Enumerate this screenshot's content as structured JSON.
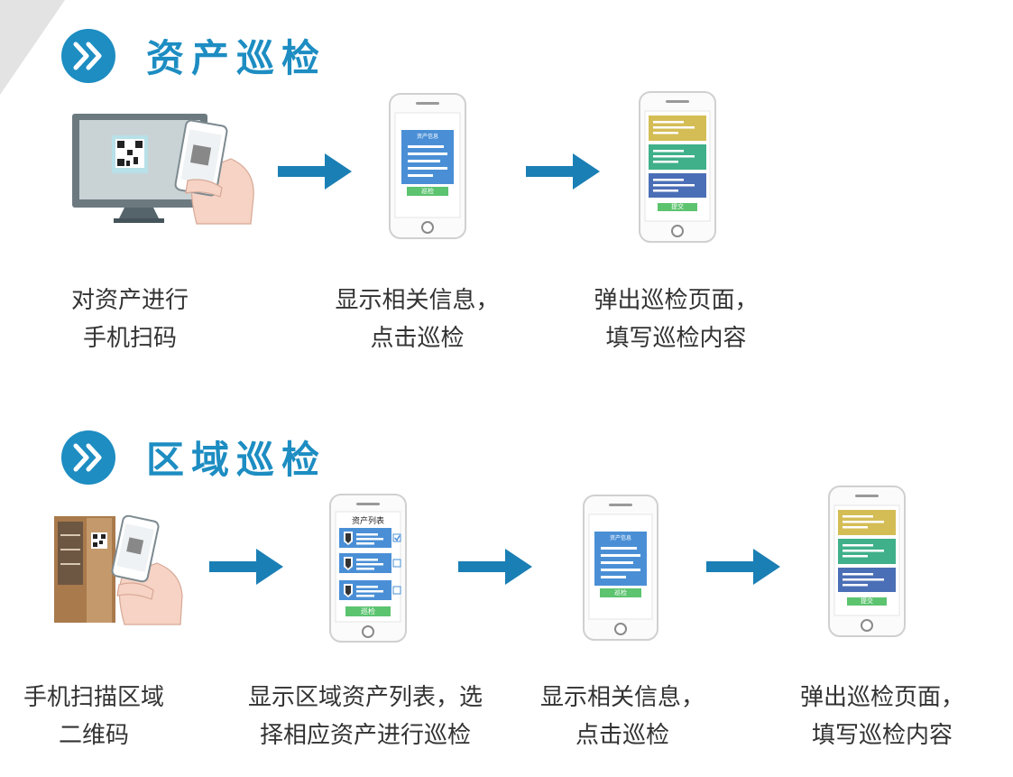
{
  "sections": [
    {
      "title": "资产巡检",
      "captions": [
        [
          "对资产进行",
          "手机扫码"
        ],
        [
          "显示相关信息，",
          "点击巡检"
        ],
        [
          "弹出巡检页面，",
          "填写巡检内容"
        ]
      ],
      "screens": {
        "info_header": "资产信息",
        "info_button": "巡检",
        "submit_button": "提交"
      }
    },
    {
      "title": "区域巡检",
      "captions": [
        [
          "手机扫描区域",
          "二维码"
        ],
        [
          "显示区域资产列表，选",
          "择相应资产进行巡检"
        ],
        [
          "显示相关信息，",
          "点击巡检"
        ],
        [
          "弹出巡检页面，",
          "填写巡检内容"
        ]
      ],
      "screens": {
        "list_title": "资产列表",
        "list_button": "巡检",
        "info_header": "资产信息",
        "info_button": "巡检",
        "submit_button": "提交"
      }
    }
  ],
  "colors": {
    "accent": "#1d8dc2",
    "arrow": "#1a7fb5",
    "card_blue": "#4a8fd6",
    "btn_green": "#5cc36f",
    "yellow_card": "#d4bd55",
    "green_card": "#3fb08a",
    "navy_card": "#4b6fb6"
  }
}
